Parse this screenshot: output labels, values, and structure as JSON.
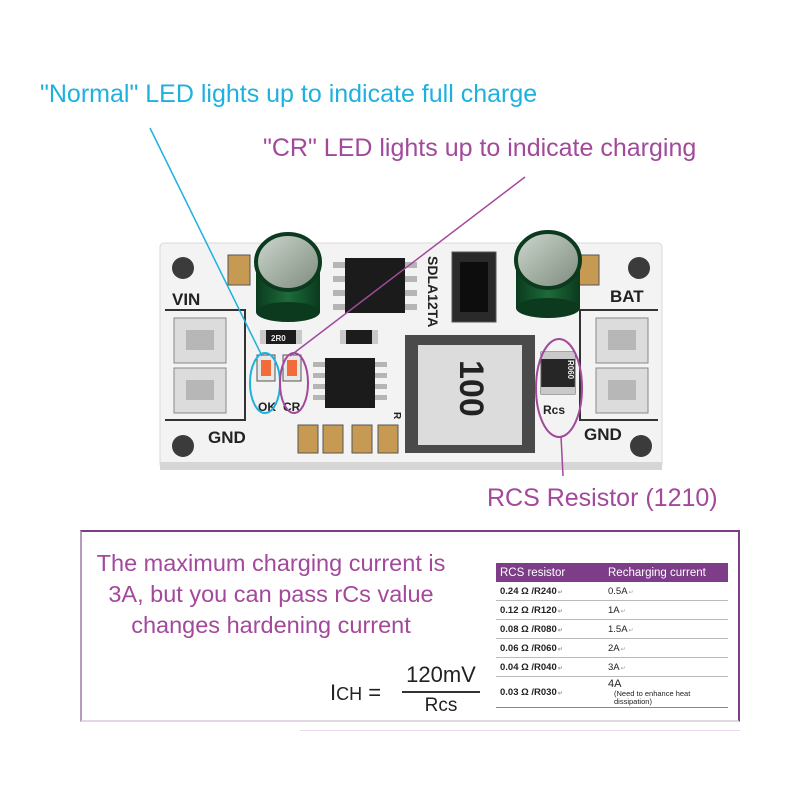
{
  "callouts": {
    "normal_led": "\"Normal\" LED lights up to indicate full charge",
    "cr_led": "\"CR\" LED lights up to indicate charging",
    "rcs_resistor": "RCS Resistor (1210)"
  },
  "board": {
    "vin": "VIN",
    "bat": "BAT",
    "gnd_left": "GND",
    "gnd_right": "GND",
    "ok": "OK",
    "cr": "CR",
    "rcs_label": "Rcs",
    "inductor_marking": "100",
    "model": "SDLA12TA",
    "resistor_marking": "R060",
    "small_marking": "2R0",
    "r_label": "R",
    "pcb_color": "#f3f3f3",
    "ok_circle_color": "#1fb1de",
    "cr_circle_color": "#a2499b"
  },
  "info": {
    "description": "The maximum charging current is 3A, but you can pass rCs value changes hardening current",
    "formula": {
      "lhs": "I",
      "lhs_sub": "CH",
      "equals": " =",
      "numerator": "120mV",
      "denominator": "Rcs"
    },
    "table": {
      "headers": [
        "RCS resistor",
        "Recharging current"
      ],
      "rows": [
        {
          "resistor": "0.24 Ω /R240",
          "current": "0.5A"
        },
        {
          "resistor": "0.12 Ω /R120",
          "current": "1A"
        },
        {
          "resistor": "0.08 Ω /R080",
          "current": "1.5A"
        },
        {
          "resistor": "0.06 Ω /R060",
          "current": "2A"
        },
        {
          "resistor": "0.04 Ω /R040",
          "current": "3A"
        },
        {
          "resistor": "0.03 Ω /R030",
          "current": "4A",
          "note": "(Need to enhance heat dissipation)"
        }
      ]
    }
  },
  "colors": {
    "blue": "#1fb1de",
    "purple": "#a2499b",
    "table_header": "#7d3d88"
  }
}
